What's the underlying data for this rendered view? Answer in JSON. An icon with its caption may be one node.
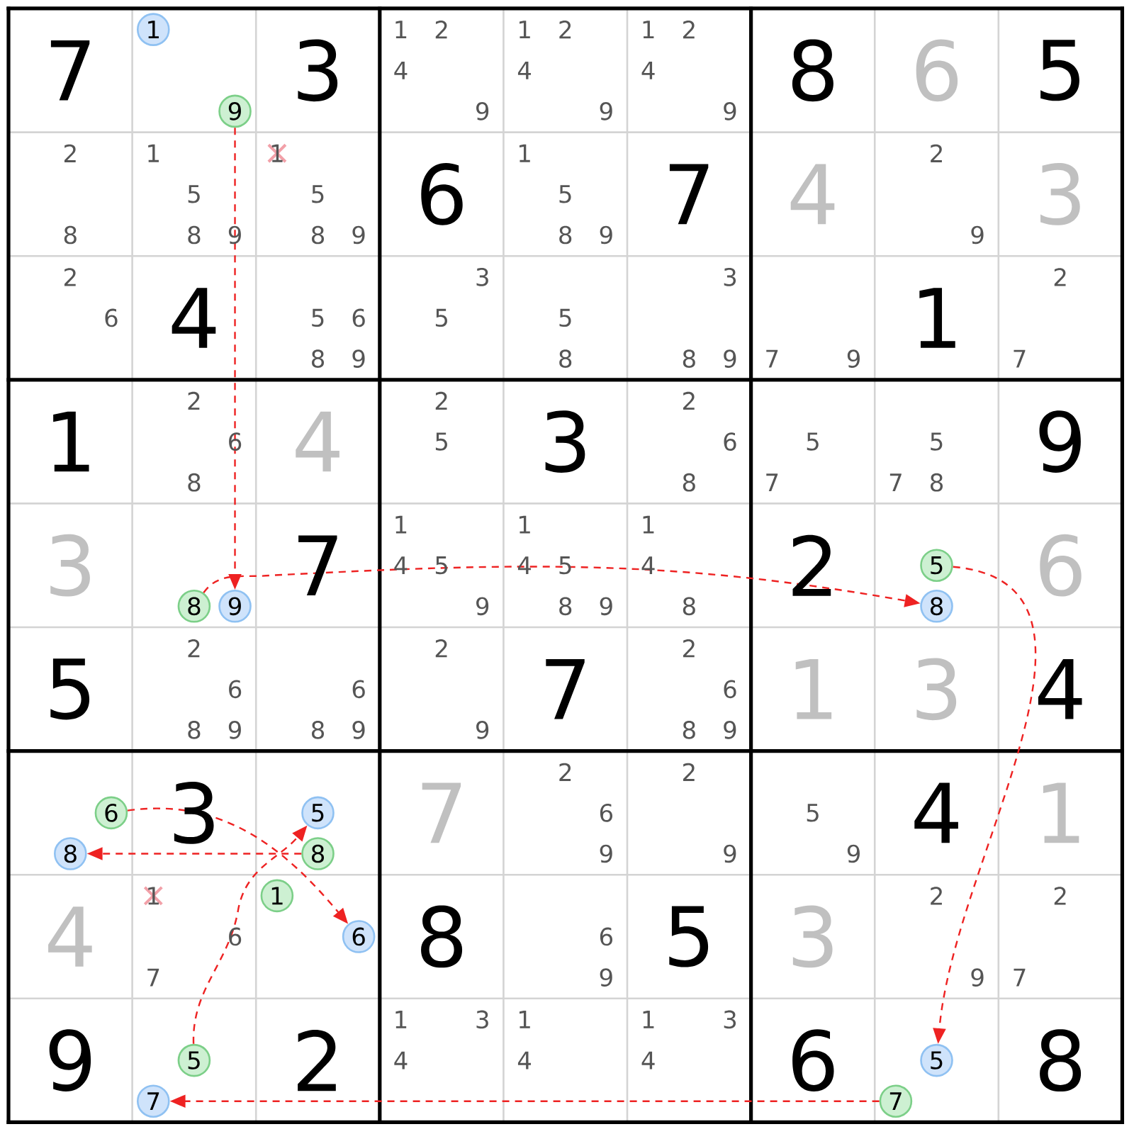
{
  "diagram": {
    "nodes": [
      {
        "text": [
          "1"
        ]
      },
      {
        "text": [
          "9"
        ]
      },
      {
        "text": [
          "8"
        ]
      },
      {
        "text": [
          "9"
        ]
      },
      {
        "text": [
          "5"
        ]
      },
      {
        "text": [
          "8"
        ]
      },
      {
        "text": [
          "6"
        ]
      },
      {
        "text": [
          "8"
        ]
      },
      {
        "text": [
          "5"
        ]
      },
      {
        "text": [
          "8"
        ]
      },
      {
        "text": [
          "1"
        ]
      },
      {
        "text": [
          "6"
        ]
      },
      {
        "text": [
          "5"
        ]
      },
      {
        "text": [
          "7"
        ]
      },
      {
        "text": [
          "5"
        ]
      },
      {
        "text": [
          "7"
        ]
      }
    ],
    "edges": [
      {
        "from": 1,
        "to": 3,
        "arrow": "to"
      },
      {
        "from": 2,
        "to": 5,
        "arrow": "to"
      },
      {
        "from": 4,
        "to": 14,
        "arrow": "to"
      },
      {
        "from": 15,
        "to": 13,
        "arrow": "to"
      },
      {
        "from": 12,
        "to": 8,
        "arrow": "to"
      },
      {
        "from": 9,
        "to": 7,
        "arrow": "to"
      },
      {
        "from": 6,
        "to": 11,
        "arrow": "to"
      }
    ],
    "labels": [
      "7",
      "3",
      "1",
      "2",
      "4",
      "9",
      "1",
      "2",
      "4",
      "9",
      "1",
      "2",
      "4",
      "9",
      "8",
      "6",
      "5",
      "2",
      "8",
      "1",
      "5",
      "8",
      "9",
      "1",
      "5",
      "8",
      "9",
      "6",
      "1",
      "5",
      "8",
      "9",
      "7",
      "4",
      "2",
      "9",
      "3",
      "2",
      "6",
      "4",
      "5",
      "6",
      "8",
      "9",
      "3",
      "5",
      "5",
      "8",
      "3",
      "8",
      "9",
      "7",
      "9",
      "1",
      "2",
      "7",
      "1",
      "2",
      "6",
      "8",
      "4",
      "2",
      "5",
      "3",
      "2",
      "6",
      "8",
      "5",
      "7",
      "5",
      "7",
      "8",
      "9",
      "3",
      "7",
      "1",
      "4",
      "5",
      "9",
      "1",
      "4",
      "5",
      "8",
      "9",
      "1",
      "4",
      "8",
      "2",
      "6",
      "5",
      "2",
      "6",
      "8",
      "9",
      "6",
      "8",
      "9",
      "2",
      "9",
      "7",
      "2",
      "6",
      "8",
      "9",
      "1",
      "3",
      "4",
      "3",
      "7",
      "2",
      "6",
      "9",
      "2",
      "9",
      "5",
      "9",
      "4",
      "1",
      "4",
      "1",
      "6",
      "7",
      "8",
      "6",
      "9",
      "5",
      "3",
      "2",
      "9",
      "2",
      "7",
      "9",
      "2",
      "1",
      "3",
      "4",
      "1",
      "4",
      "1",
      "3",
      "4",
      "6",
      "8"
    ]
  }
}
